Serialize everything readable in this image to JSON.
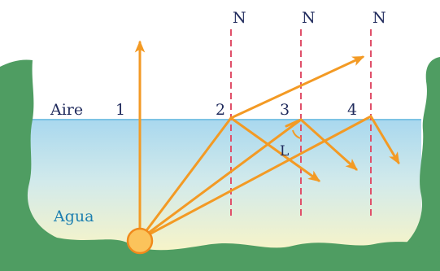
{
  "labels": {
    "air": "Aire",
    "water": "Agua",
    "normal": "N",
    "critical_angle": "L",
    "points": [
      "1",
      "2",
      "3",
      "4"
    ]
  },
  "colors": {
    "water_top": "#a9d8ee",
    "water_bottom": "#fbf5c4",
    "shore": "#4f9d62",
    "ray": "#f39a24",
    "normal_line": "#e0506a",
    "source_fill": "#fbc35b",
    "source_stroke": "#f08a1c"
  }
}
